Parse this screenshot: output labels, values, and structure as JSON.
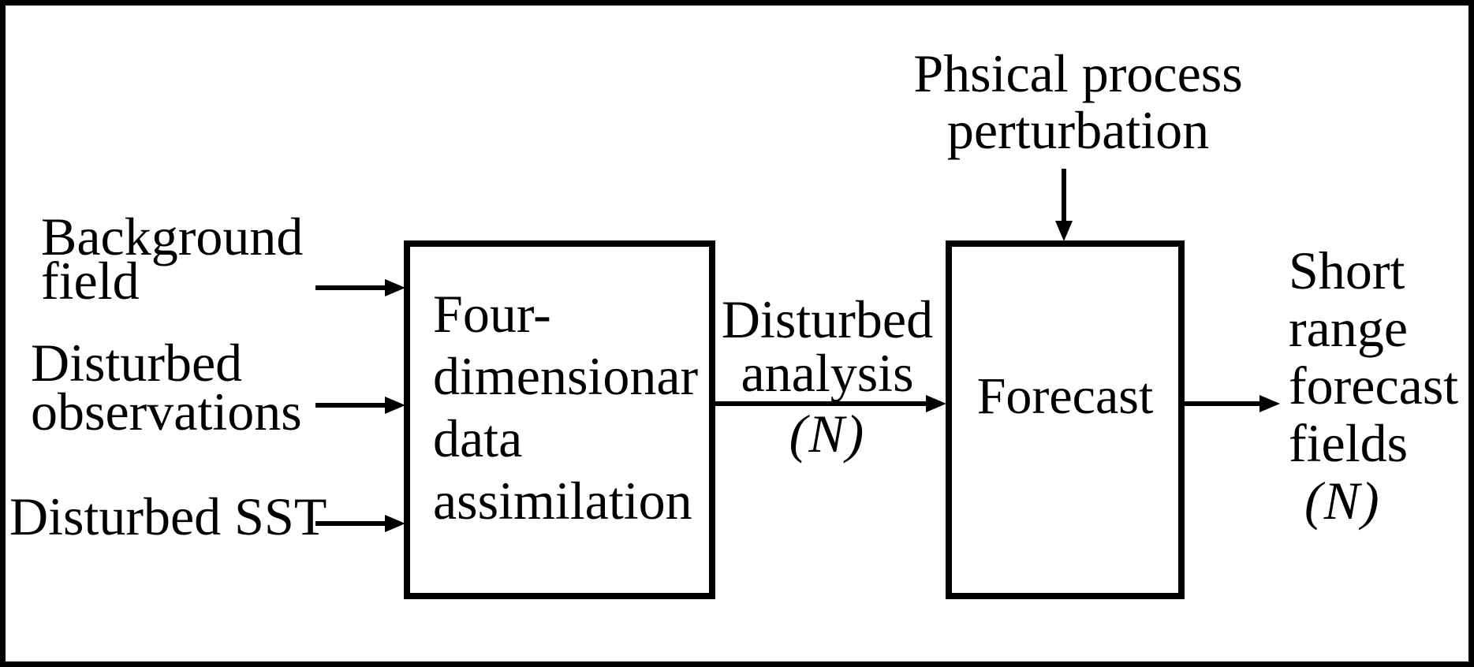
{
  "colors": {
    "ink": "#000000",
    "paper": "#ffffff"
  },
  "nodes": {
    "assimilation_box": {
      "lines": [
        "Four-",
        "dimensionar",
        "data",
        "assimilation"
      ]
    },
    "forecast_box": {
      "label": "Forecast"
    }
  },
  "inputs": {
    "background_field": {
      "lines": [
        "Background",
        "field"
      ]
    },
    "disturbed_observations": {
      "lines": [
        "Disturbed",
        "observations"
      ]
    },
    "disturbed_sst": {
      "label": "Disturbed SST"
    }
  },
  "perturbation": {
    "lines": [
      "Phsical process",
      "perturbation"
    ]
  },
  "analysis": {
    "lines": [
      "Disturbed",
      "analysis"
    ],
    "count": "(N)"
  },
  "output": {
    "lines": [
      "Short",
      "range",
      "forecast",
      "fields"
    ],
    "count": "(N)"
  }
}
